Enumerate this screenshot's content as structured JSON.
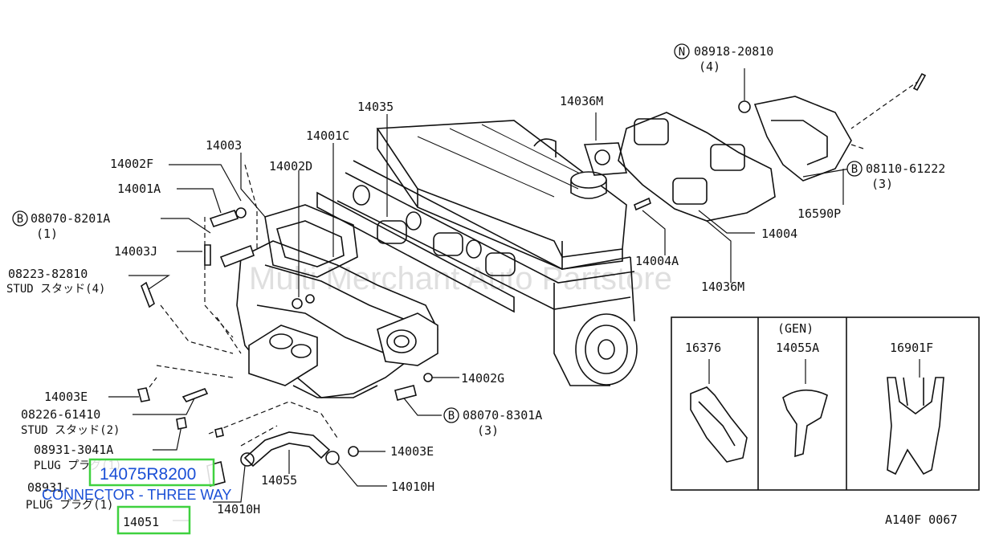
{
  "watermark": "Multi Merchant Auto Partstore",
  "diagram_code": "A140F 0067",
  "labels": {
    "p08918": "08918-20810",
    "p08918_q": "(4)",
    "p14036M_top": "14036M",
    "p14035": "14035",
    "p14001C": "14001C",
    "p14003": "14003",
    "p14002F": "14002F",
    "p14002D": "14002D",
    "p14001A": "14001A",
    "p08070_8201A": "08070-8201A",
    "p08070_8201A_q": "(1)",
    "p14003J": "14003J",
    "p08223": "08223-82810",
    "p08223_sub": "STUD スタッド(4)",
    "p08110": "08110-61222",
    "p08110_q": "(3)",
    "p16590P": "16590P",
    "p14004": "14004",
    "p14004A": "14004A",
    "p14036M_bottom": "14036M",
    "p14003E_left": "14003E",
    "p08226": "08226-61410",
    "p08226_sub": "STUD スタッド(2)",
    "p14002G": "14002G",
    "p08070_8301A": "08070-8301A",
    "p08070_8301A_q": "(3)",
    "p08931_3041A": "08931-3041A",
    "p08931_3041A_sub": "PLUG プラグ(1)",
    "p14003E_right": "14003E",
    "p14055": "14055",
    "p14010H_right": "14010H",
    "p08931_b": "08931-",
    "p08931_b_sub": "PLUG プラグ(1)",
    "p14010H_bottom": "14010H",
    "inset_16376": "16376",
    "inset_gen": "(GEN)",
    "inset_14055A": "14055A",
    "inset_16901F": "16901F"
  },
  "badges": {
    "n": "N",
    "b": "B"
  },
  "highlights": [
    {
      "part": "14075R8200",
      "desc": "CONNECTOR - THREE WAY"
    },
    {
      "part": "14051"
    }
  ]
}
